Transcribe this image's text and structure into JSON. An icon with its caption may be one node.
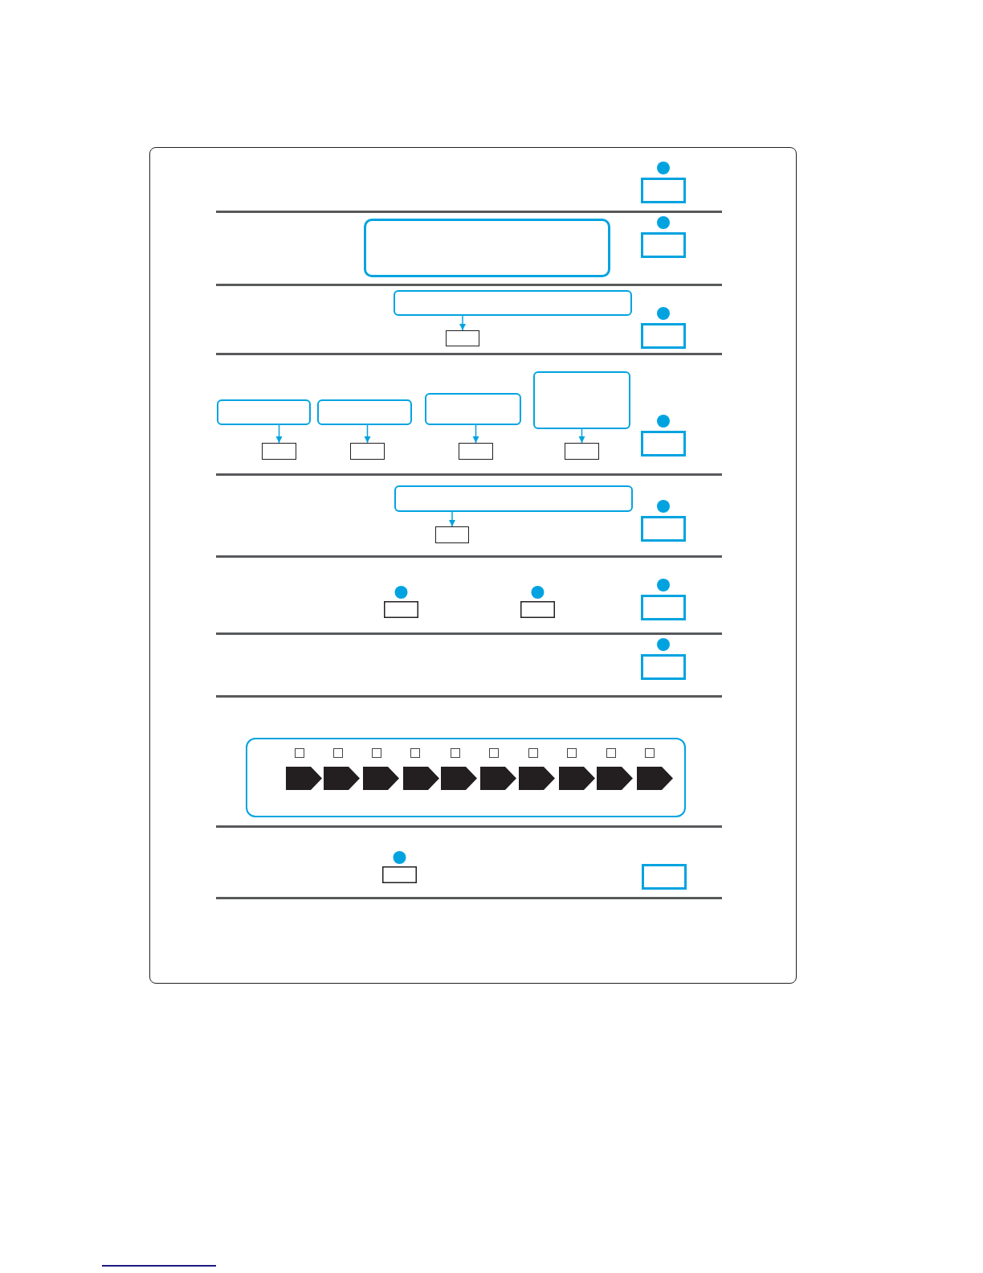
{
  "diagram": {
    "nodes": [
      {
        "text": [],
        "shape": "box"
      },
      {
        "text": [],
        "shape": "box"
      },
      {
        "text": [],
        "shape": "box"
      },
      {
        "text": [],
        "shape": "box"
      },
      {
        "text": [],
        "shape": "box"
      },
      {
        "text": [],
        "shape": "box"
      },
      {
        "text": [],
        "shape": "box"
      },
      {
        "text": [],
        "shape": "box"
      },
      {
        "text": [],
        "shape": "box"
      },
      {
        "text": [],
        "shape": "box"
      },
      {
        "text": [],
        "shape": "box"
      },
      {
        "text": [],
        "shape": "box"
      },
      {
        "text": [],
        "shape": "box"
      },
      {
        "text": [],
        "shape": "box"
      }
    ],
    "edges": [
      {
        "from": 1,
        "to": 2,
        "arrow": "to"
      },
      {
        "from": 3,
        "to": 7,
        "arrow": "to"
      },
      {
        "from": 4,
        "to": 8,
        "arrow": "to"
      },
      {
        "from": 5,
        "to": 9,
        "arrow": "to"
      },
      {
        "from": 6,
        "to": 10,
        "arrow": "to"
      },
      {
        "from": 11,
        "to": 12,
        "arrow": "to"
      }
    ]
  }
}
